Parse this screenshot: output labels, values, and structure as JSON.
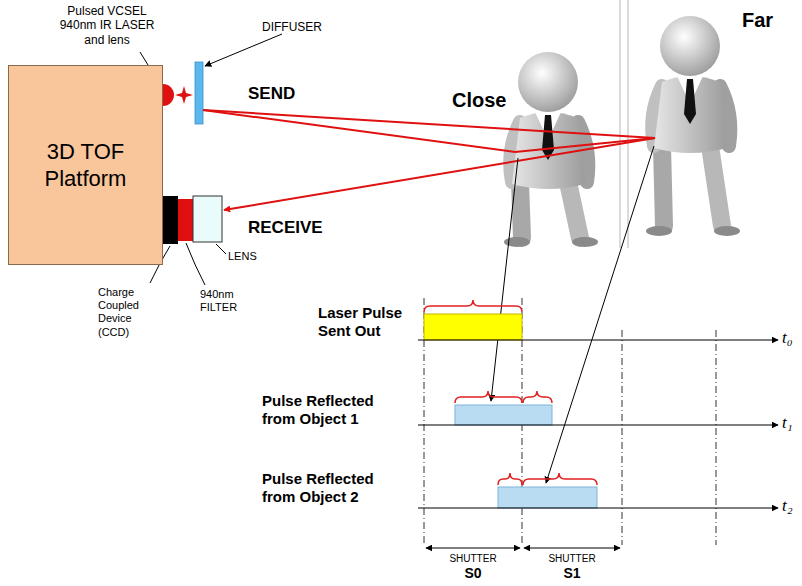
{
  "diagram": {
    "nodes": [
      {
        "text": [
          "3D TOF Platform"
        ]
      }
    ],
    "labels": [
      "Pulsed VCSEL 940nm IR LASER and lens",
      "DIFFUSER",
      "SEND",
      "Close",
      "Far",
      "RECEIVE",
      "LENS",
      "Charge Coupled Device (CCD)",
      "940nm FILTER",
      "Laser Pulse Sent Out",
      "t₀",
      "Pulse Reflected from Object 1",
      "t₁",
      "Pulse Reflected from Object 2",
      "t₂",
      "SHUTTER",
      "S0",
      "SHUTTER",
      "S1"
    ]
  }
}
